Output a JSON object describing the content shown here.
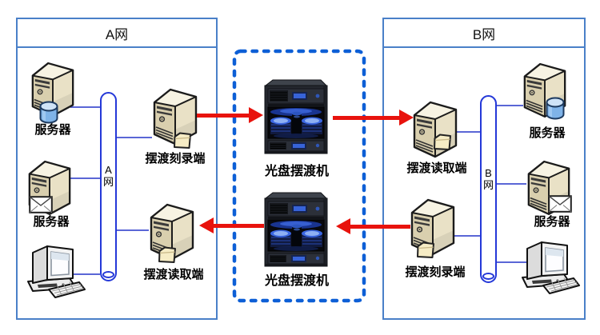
{
  "network_a": {
    "title": "A网",
    "bus": {
      "line1": "A",
      "line2": "网"
    },
    "labels": {
      "server1": "服务器",
      "server2": "服务器",
      "ferry_burn": "摆渡刻录端",
      "ferry_read": "摆渡读取端"
    }
  },
  "network_b": {
    "title": "B网",
    "bus": {
      "line1": "B",
      "line2": "网"
    },
    "labels": {
      "ferry_read": "摆渡读取端",
      "ferry_burn": "摆渡刻录端",
      "server1": "服务器",
      "server2": "服务器"
    }
  },
  "ferry_zone": {
    "machine_top": "光盘摆渡机",
    "machine_bottom": "光盘摆渡机"
  },
  "colors": {
    "network_box_border": "#4a80c8",
    "ferry_zone_dashed_border": "#0d5fd6",
    "bus_border": "#2438d8",
    "connector_line": "#5a66d6",
    "arrow_red": "#e8130d"
  }
}
